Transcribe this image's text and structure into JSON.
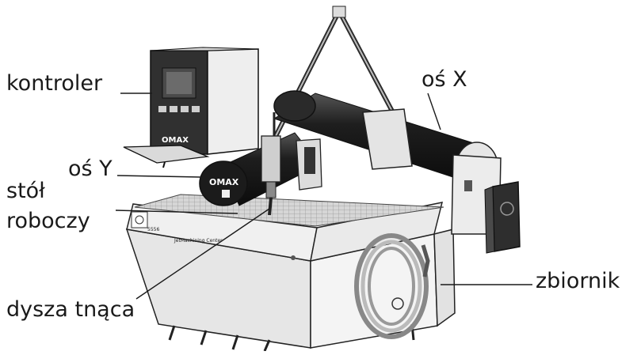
{
  "labels": {
    "kontroler": "kontroler",
    "os_y": "oś Y",
    "stol_line1": "stół",
    "stol_line2": "roboczy",
    "os_x": "oś X",
    "zbiornik": "zbiornik",
    "dysza": "dysza tnąca"
  },
  "brand": {
    "logo": "OMAX"
  },
  "colors": {
    "ink": "#1a1a1a",
    "body_light": "#f2f2f2",
    "body_shade": "#dcdcdc",
    "bellows": "#262626",
    "grid": "#9a9a9a"
  }
}
